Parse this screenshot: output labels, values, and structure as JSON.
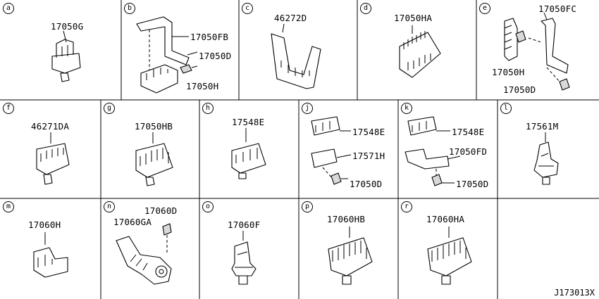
{
  "diagram_id": "J173013X",
  "cells": [
    {
      "letter": "a",
      "parts": [
        "17050G"
      ]
    },
    {
      "letter": "b",
      "parts": [
        "17050FB",
        "17050D",
        "17050H"
      ]
    },
    {
      "letter": "c",
      "parts": [
        "46272D"
      ]
    },
    {
      "letter": "d",
      "parts": [
        "17050HA"
      ]
    },
    {
      "letter": "e",
      "parts": [
        "17050FC",
        "17050H",
        "17050D"
      ]
    },
    {
      "letter": "f",
      "parts": [
        "46271DA"
      ]
    },
    {
      "letter": "g",
      "parts": [
        "17050HB"
      ]
    },
    {
      "letter": "h",
      "parts": [
        "17548E"
      ]
    },
    {
      "letter": "j",
      "parts": [
        "17548E",
        "17571H",
        "17050D"
      ]
    },
    {
      "letter": "k",
      "parts": [
        "17548E",
        "17050FD",
        "17050D"
      ]
    },
    {
      "letter": "l",
      "parts": [
        "17561M"
      ]
    },
    {
      "letter": "m",
      "parts": [
        "17060H"
      ]
    },
    {
      "letter": "n",
      "parts": [
        "17060D",
        "17060GA"
      ]
    },
    {
      "letter": "o",
      "parts": [
        "17060F"
      ]
    },
    {
      "letter": "p",
      "parts": [
        "17060HB"
      ]
    },
    {
      "letter": "r",
      "parts": [
        "17060HA"
      ]
    }
  ]
}
